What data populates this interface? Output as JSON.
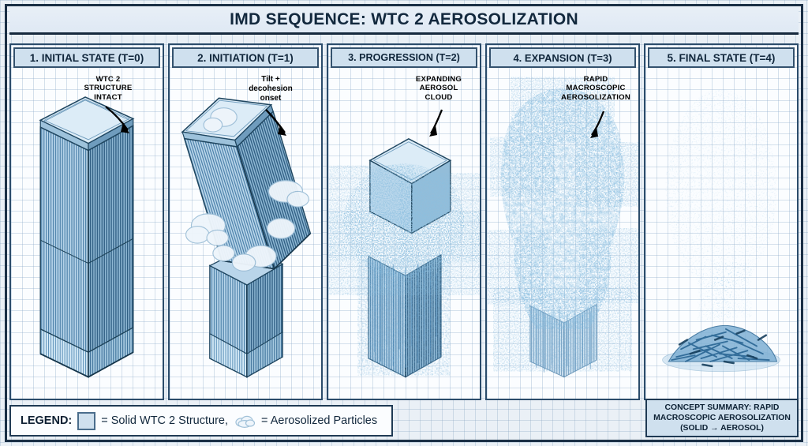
{
  "title": "IMD SEQUENCE: WTC 2 AEROSOLIZATION",
  "colors": {
    "ink": "#12283d",
    "panel_header_bg": "#cfe0ee",
    "panel_border": "#2b4c6b",
    "structure_blue": "#4a7fa8",
    "structure_light": "#cfe3f2",
    "aerosol_blue": "#4f8fc0",
    "grid_line": "#8caac8",
    "paper": "#fbfdff"
  },
  "panels": [
    {
      "header": "1. INITIAL STATE (T=0)",
      "annotation": "WTC 2\nSTRUCTURE\nINTACT",
      "annotation_style": "caps",
      "state": "intact-tower"
    },
    {
      "header": "2. INITIATION (T=1)",
      "annotation": "Tilt +\ndecohesion\nonset",
      "annotation_style": "mixed",
      "state": "tilted-top-with-puffs"
    },
    {
      "header": "3. PROGRESSION (T=2)",
      "annotation": "EXPANDING\nAEROSOL\nCLOUD",
      "annotation_style": "caps",
      "state": "partial-aerosol-cloud"
    },
    {
      "header": "4. EXPANSION (T=3)",
      "annotation": "RAPID\nMACROSCOPIC\nAEROSOLIZATION",
      "annotation_style": "caps",
      "state": "full-aerosol-cloud"
    },
    {
      "header": "5. FINAL STATE (T=4)",
      "annotation": "",
      "annotation_style": "none",
      "state": "residual-debris-pile"
    }
  ],
  "legend": {
    "label": "LEGEND:",
    "solid_text": "= Solid WTC 2 Structure,",
    "aerosol_text": "= Aerosolized Particles",
    "solid_swatch_name": "solid-structure-swatch",
    "aerosol_swatch_name": "aerosol-cloud-swatch"
  },
  "summary": {
    "line1": "CONCEPT SUMMARY: RAPID",
    "line2": "MACROSCOPIC AEROSOLIZATION",
    "line3": "(SOLID → AEROSOL)"
  }
}
